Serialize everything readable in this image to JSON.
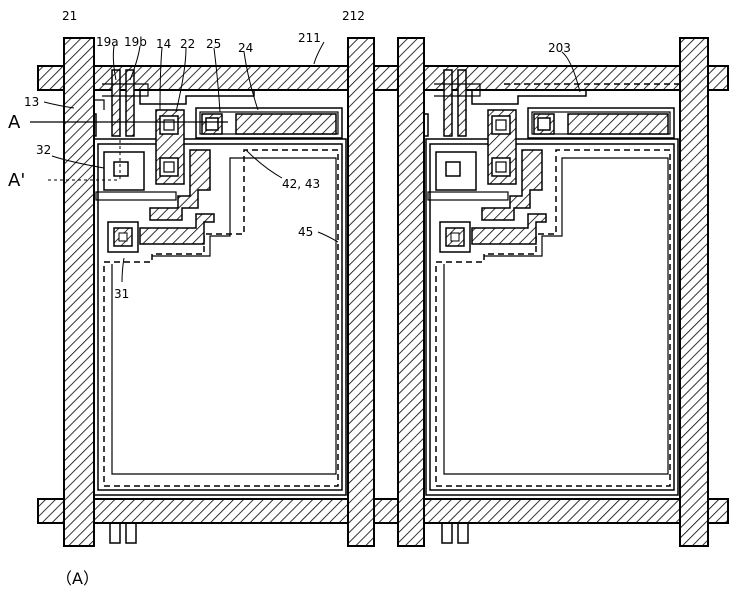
{
  "figure": {
    "caption": "（A）",
    "labels": {
      "l21": "21",
      "l19a": "19a",
      "l19b": "19b",
      "l14": "14",
      "l22": "22",
      "l25": "25",
      "l24": "24",
      "l211": "211",
      "l212": "212",
      "l203": "203",
      "l13": "13",
      "lA": "A",
      "lA2": "A'",
      "l32": "32",
      "l4243": "42, 43",
      "l45": "45",
      "l31": "31"
    }
  }
}
